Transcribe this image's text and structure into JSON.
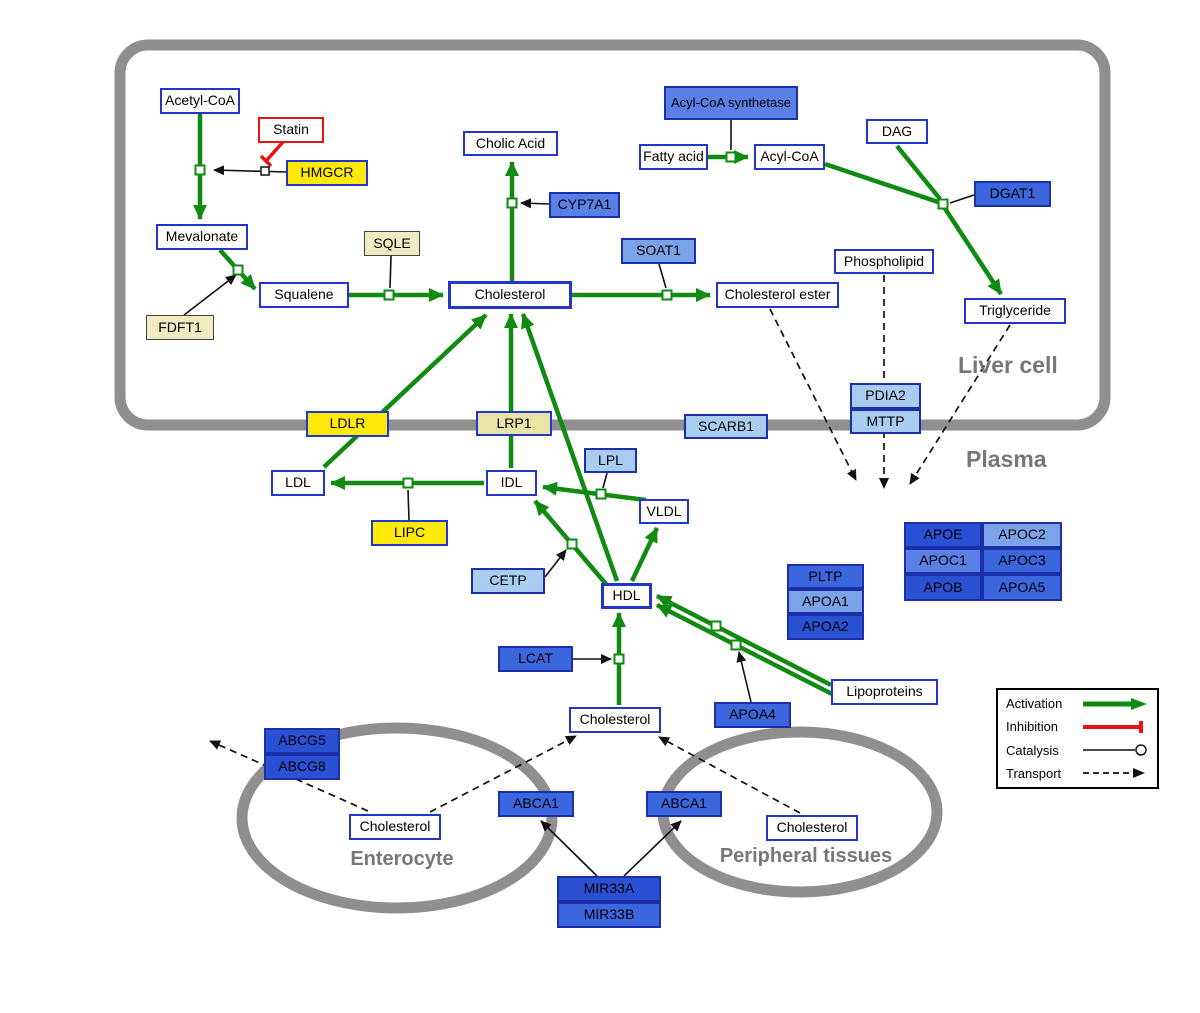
{
  "colors": {
    "activation": "#108a10",
    "inhibition": "#ee1111",
    "compartment_border": "#8f8f8f",
    "metabolite_border": "#2336cc",
    "gene_yellow": "#ffe90a",
    "gene_blue_dark": "#2a50d4",
    "gene_blue_light": "#a9cdf0"
  },
  "compartments": {
    "liver": "Liver cell",
    "plasma": "Plasma",
    "enterocyte": "Enterocyte",
    "peripheral": "Peripheral tissues"
  },
  "nodes": {
    "acetyl_coa": "Acetyl-CoA",
    "statin": "Statin",
    "hmgcr": "HMGCR",
    "mevalonate": "Mevalonate",
    "sqle": "SQLE",
    "fdft1": "FDFT1",
    "squalene": "Squalene",
    "cholesterol_liver": "Cholesterol",
    "cholic_acid": "Cholic Acid",
    "cyp7a1": "CYP7A1",
    "acyl_coa_synthetase": "Acyl-CoA synthetase",
    "fatty_acid": "Fatty acid",
    "acyl_coa": "Acyl-CoA",
    "dag": "DAG",
    "dgat1": "DGAT1",
    "soat1": "SOAT1",
    "cholesterol_ester": "Cholesterol ester",
    "phospholipid": "Phospholipid",
    "triglyceride": "Triglyceride",
    "ldlr": "LDLR",
    "lrp1": "LRP1",
    "scarb1": "SCARB1",
    "pdia2": "PDIA2",
    "mttp": "MTTP",
    "ldl": "LDL",
    "idl": "IDL",
    "lpl": "LPL",
    "vldl": "VLDL",
    "lipc": "LIPC",
    "cetp": "CETP",
    "hdl": "HDL",
    "pltp": "PLTP",
    "apoa1": "APOA1",
    "apoa2": "APOA2",
    "lcat": "LCAT",
    "apoa4": "APOA4",
    "lipoproteins": "Lipoproteins",
    "apoe": "APOE",
    "apoc2": "APOC2",
    "apoc1": "APOC1",
    "apoc3": "APOC3",
    "apob": "APOB",
    "apoa5": "APOA5",
    "cholesterol_plasma": "Cholesterol",
    "abcg5": "ABCG5",
    "abcg8": "ABCG8",
    "cholesterol_enterocyte": "Cholesterol",
    "abca1_left": "ABCA1",
    "abca1_right": "ABCA1",
    "cholesterol_peripheral": "Cholesterol",
    "mir33a": "MIR33A",
    "mir33b": "MIR33B"
  },
  "legend": {
    "activation": "Activation",
    "inhibition": "Inhibition",
    "catalysis": "Catalysis",
    "transport": "Transport"
  }
}
